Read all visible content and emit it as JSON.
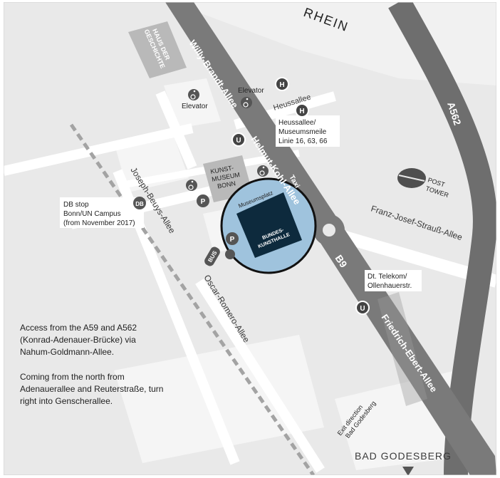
{
  "colors": {
    "background": "#e9e9e9",
    "block": "#f5f5f5",
    "building": "#b9b9b9",
    "main_road": "#7a7a7a",
    "motorway": "#6e6e6e",
    "road_white": "#ffffff",
    "rail": "#9a9a9a",
    "highlight": "#9fc3dd",
    "kunsthalle": "#0d2a3d",
    "badge": "#555555",
    "label_box": "#ffffff"
  },
  "labels": {
    "river": "RHEIN",
    "willy_brandt": "Willy-Brandt-Allee",
    "helmut_kohl": "Helmut-Kohl-Allee",
    "friedrich_ebert": "Friedrich-Ebert-Allee",
    "b9": "B9",
    "a562": "A562",
    "franz_josef": "Franz-Josef-Strauß-Allee",
    "joseph_beuys": "Joseph-Beuys-Allee",
    "oscar_romero": "Oscar-Romero-Allee",
    "heussallee": "Heussallee",
    "haus_der_geschichte": [
      "HAUS DER",
      "GESCHICHTE"
    ],
    "kunstmuseum": [
      "KUNST-",
      "MUSEUM",
      "BONN"
    ],
    "post_tower": [
      "POST",
      "TOWER"
    ],
    "museumsplatz": "Museumsplatz",
    "taxi": "Taxi",
    "kunsthalle": [
      "BUNDES-",
      "KUNSTHALLE"
    ],
    "elevator_left": "Elevator",
    "elevator_right": "Elevator",
    "heussallee_stop": [
      "Heussallee/",
      "Museumsmeile",
      "Linie 16, 63, 66"
    ],
    "db_stop": [
      "DB stop",
      "Bonn/UN Campus",
      "(from November 2017)"
    ],
    "telekom_stop": [
      "Dt. Telekom/",
      "Ollenhauerstr."
    ],
    "exit": [
      "Exit direction",
      "Bad Godesberg"
    ],
    "bad_godesberg": "BAD GODESBERG"
  },
  "icons": {
    "ubahn": "U",
    "bus_h": "H",
    "db": "DB",
    "parking": "P",
    "bus": "BUS"
  },
  "notes": [
    "Access from the A59 and A562 (Konrad-Adenauer-Brücke) via Nahum-Goldmann-Allee.",
    "Coming from the north from Adenauerallee and Reuterstraße, turn right into Genscherallee."
  ]
}
